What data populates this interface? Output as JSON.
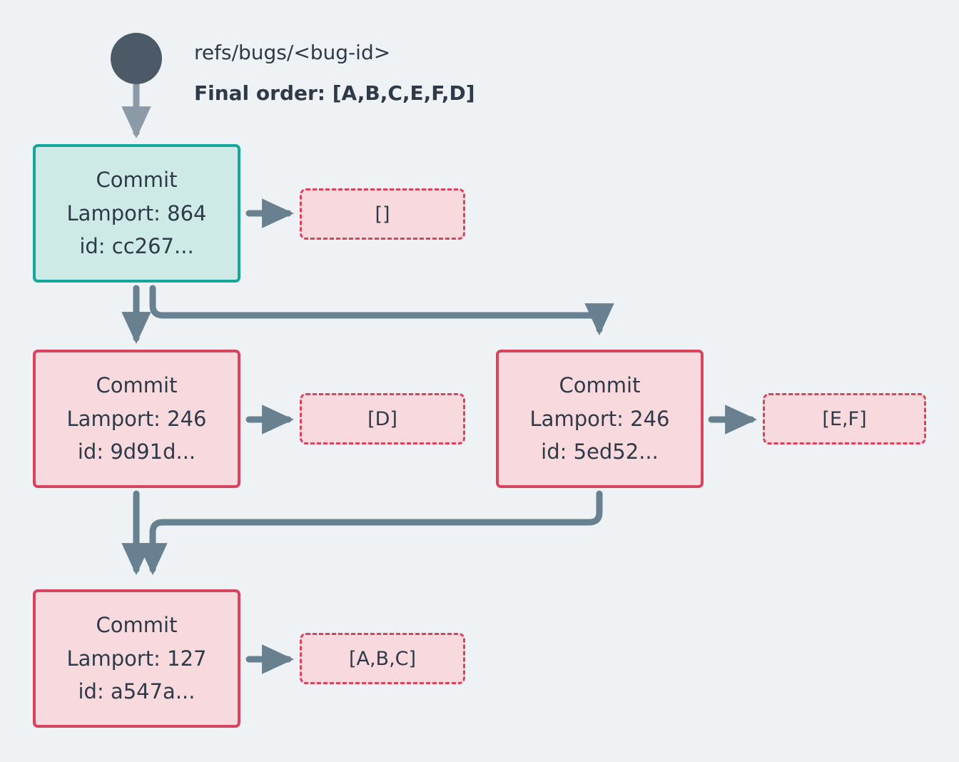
{
  "diagram": {
    "title_ref": "refs/bugs/<bug-id>",
    "final_order": "Final order: [A,B,C,E,F,D]",
    "background_color": "#eef2f5",
    "root_marker_color": "#4b5a66",
    "edge_color": "#68808f",
    "root_edge_color": "#8b9aa6",
    "teal_border": "#16a79a",
    "teal_fill": "#cdeae7",
    "red_border": "#d6445e",
    "red_fill": "#f7d9de",
    "text_color": "#2e3a47"
  },
  "commits": [
    {
      "id": "commit-cc267",
      "label": "Commit",
      "lamport": "Lamport: 864",
      "hash": "id: cc267...",
      "style": "teal",
      "payload_label": "[]"
    },
    {
      "id": "commit-9d91d",
      "label": "Commit",
      "lamport": "Lamport: 246",
      "hash": "id: 9d91d...",
      "style": "red",
      "payload_label": "[D]"
    },
    {
      "id": "commit-5ed52",
      "label": "Commit",
      "lamport": "Lamport: 246",
      "hash": "id: 5ed52...",
      "style": "red",
      "payload_label": "[E,F]"
    },
    {
      "id": "commit-a547a",
      "label": "Commit",
      "lamport": "Lamport: 127",
      "hash": "id: a547a...",
      "style": "red",
      "payload_label": "[A,B,C]"
    }
  ]
}
